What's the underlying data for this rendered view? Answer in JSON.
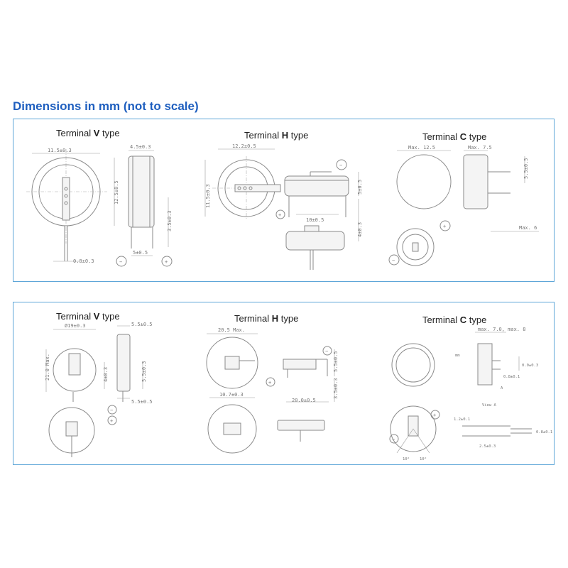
{
  "heading": "Dimensions in mm (not to scale)",
  "top_panel": {
    "v": {
      "title_prefix": "Terminal ",
      "title_letter": "V",
      "title_suffix": " type",
      "d_width": "11.5±0.3",
      "d_thick": "4.5±0.3",
      "d_height": "12.5±0.5",
      "d_lead": "3.5±0.3",
      "d_pin": "0.8±0.3",
      "d_pitch": "5±0.5",
      "minus": "−",
      "plus": "+"
    },
    "h": {
      "title_prefix": "Terminal ",
      "title_letter": "H",
      "title_suffix": " type",
      "d_width": "12.2±0.5",
      "d_height": "11.5±0.3",
      "d_side": "5±0.5",
      "d_pitch": "10±0.5",
      "d_lead": "4±0.3",
      "minus": "−",
      "plus": "+"
    },
    "c": {
      "title_prefix": "Terminal ",
      "title_letter": "C",
      "title_suffix": " type",
      "d_width": "Max. 12.5",
      "d_thick": "Max. 7.5",
      "d_tab": "5.5±0.5",
      "d_len": "Max. 6",
      "minus": "−",
      "plus": "+"
    }
  },
  "bottom_panel": {
    "v": {
      "title_prefix": "Terminal ",
      "title_letter": "V",
      "title_suffix": " type",
      "d_dia": "Ø19±0.3",
      "d_height": "21.0 Max.",
      "d_top": "5.5±0.5",
      "d_lead": "4±0.3",
      "d_side": "5.5±0.3",
      "d_bottom": "5.5±0.5",
      "minus": "−",
      "plus": "+"
    },
    "h": {
      "title_prefix": "Terminal ",
      "title_letter": "H",
      "title_suffix": " type",
      "d_width": "20.5 Max.",
      "d_side": "5.5±0.5",
      "d_lower": "3.5±0.3",
      "d_pitch_a": "10.7±0.3",
      "d_pitch_b": "20.0±0.5",
      "minus": "−",
      "plus": "+"
    },
    "c": {
      "title_prefix": "Terminal ",
      "title_letter": "C",
      "title_suffix": " type",
      "d_top": "max. 7.0, max. 8",
      "d_mm": "mm",
      "d_tab": "0.0±0.3",
      "d_tab2": "0.8±0.1",
      "d_a": "A",
      "d_view": "View A",
      "d_low1": "1.2±0.1",
      "d_low2": "0.8±0.1",
      "d_low3": "2.5±0.3",
      "d_ang1": "10°",
      "d_ang2": "10°",
      "minus": "−",
      "plus": "+"
    }
  }
}
